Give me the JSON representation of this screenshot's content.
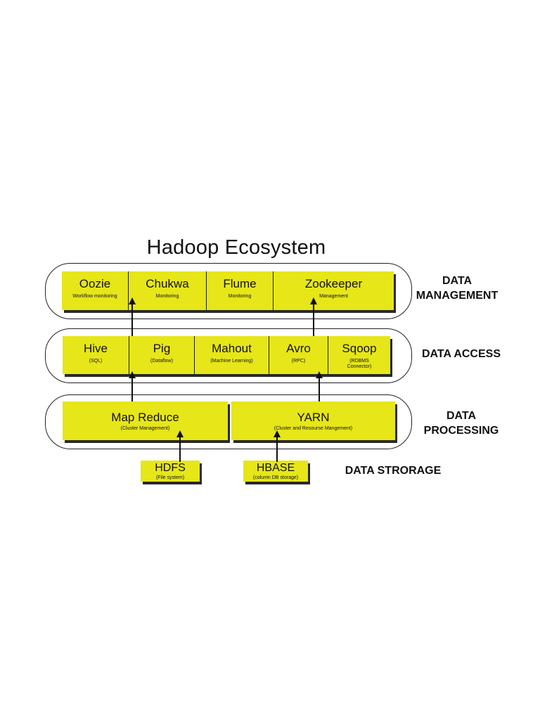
{
  "title": "Hadoop Ecosystem",
  "layers": {
    "management": {
      "label": "DATA\nMANAGEMENT",
      "tools": [
        {
          "name": "Oozie",
          "desc": "Workflow monitoring"
        },
        {
          "name": "Chukwa",
          "desc": "Monitoring"
        },
        {
          "name": "Flume",
          "desc": "Monitoring"
        },
        {
          "name": "Zookeeper",
          "desc": "Management"
        }
      ]
    },
    "access": {
      "label": "DATA ACCESS",
      "tools": [
        {
          "name": "Hive",
          "desc": "(SQL)"
        },
        {
          "name": "Pig",
          "desc": "(Dataflow)"
        },
        {
          "name": "Mahout",
          "desc": "(Machine Learning)"
        },
        {
          "name": "Avro",
          "desc": "(RPC)"
        },
        {
          "name": "Sqoop",
          "desc": "(RDBMS Connector)"
        }
      ]
    },
    "processing": {
      "label": "DATA\nPROCESSING",
      "tools": [
        {
          "name": "Map Reduce",
          "desc": "(Cluster Management)"
        },
        {
          "name": "YARN",
          "desc": "(Cluster and Resourse Mangement)"
        }
      ]
    },
    "storage": {
      "label": "DATA STRORAGE",
      "tools": [
        {
          "name": "HDFS",
          "desc": "(File system)"
        },
        {
          "name": "HBASE",
          "desc": "(column DB storage)"
        }
      ]
    }
  },
  "colors": {
    "block": "#e6e619",
    "shadow": "#2a2a2a",
    "line": "#111111"
  }
}
